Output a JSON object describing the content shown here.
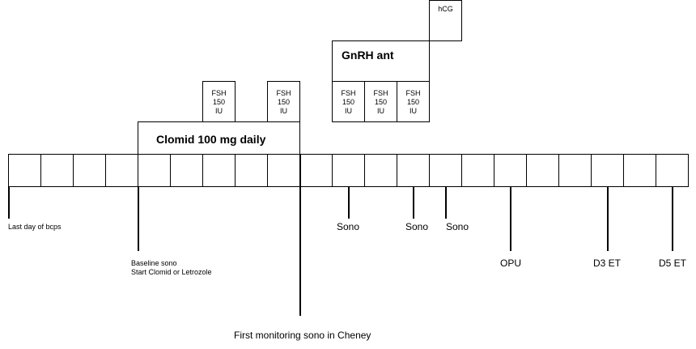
{
  "fsh_box": {
    "line1": "FSH",
    "line2": "150",
    "line3": "IU"
  },
  "clomid": {
    "label": "Clomid 100 mg daily"
  },
  "gnrh": {
    "label": "GnRH ant"
  },
  "hcg": {
    "label": "hCG"
  },
  "labels": {
    "last_day_bcps": "Last day of bcps",
    "baseline_line1": "Baseline sono",
    "baseline_line2": "Start Clomid or Letrozole",
    "first_monitoring": "First monitoring sono in Cheney",
    "sono": "Sono",
    "opu": "OPU",
    "d3_et": "D3 ET",
    "d5_et": "D5 ET"
  }
}
